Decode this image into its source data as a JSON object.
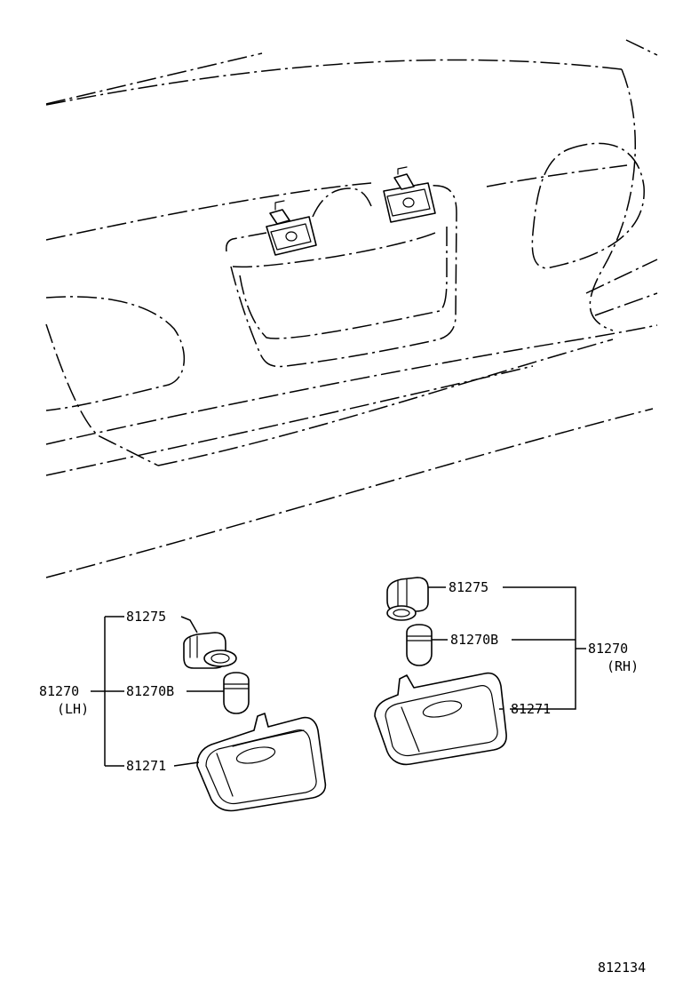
{
  "parts": {
    "lh": {
      "assembly_number": "81270",
      "side_label": "(LH)",
      "socket_label": "81275",
      "bulb_label": "81270B",
      "lens_label": "81271"
    },
    "rh": {
      "assembly_number": "81270",
      "side_label": "(RH)",
      "socket_label": "81275",
      "bulb_label": "81270B",
      "lens_label": "81271"
    }
  },
  "diagram_code": "812134"
}
